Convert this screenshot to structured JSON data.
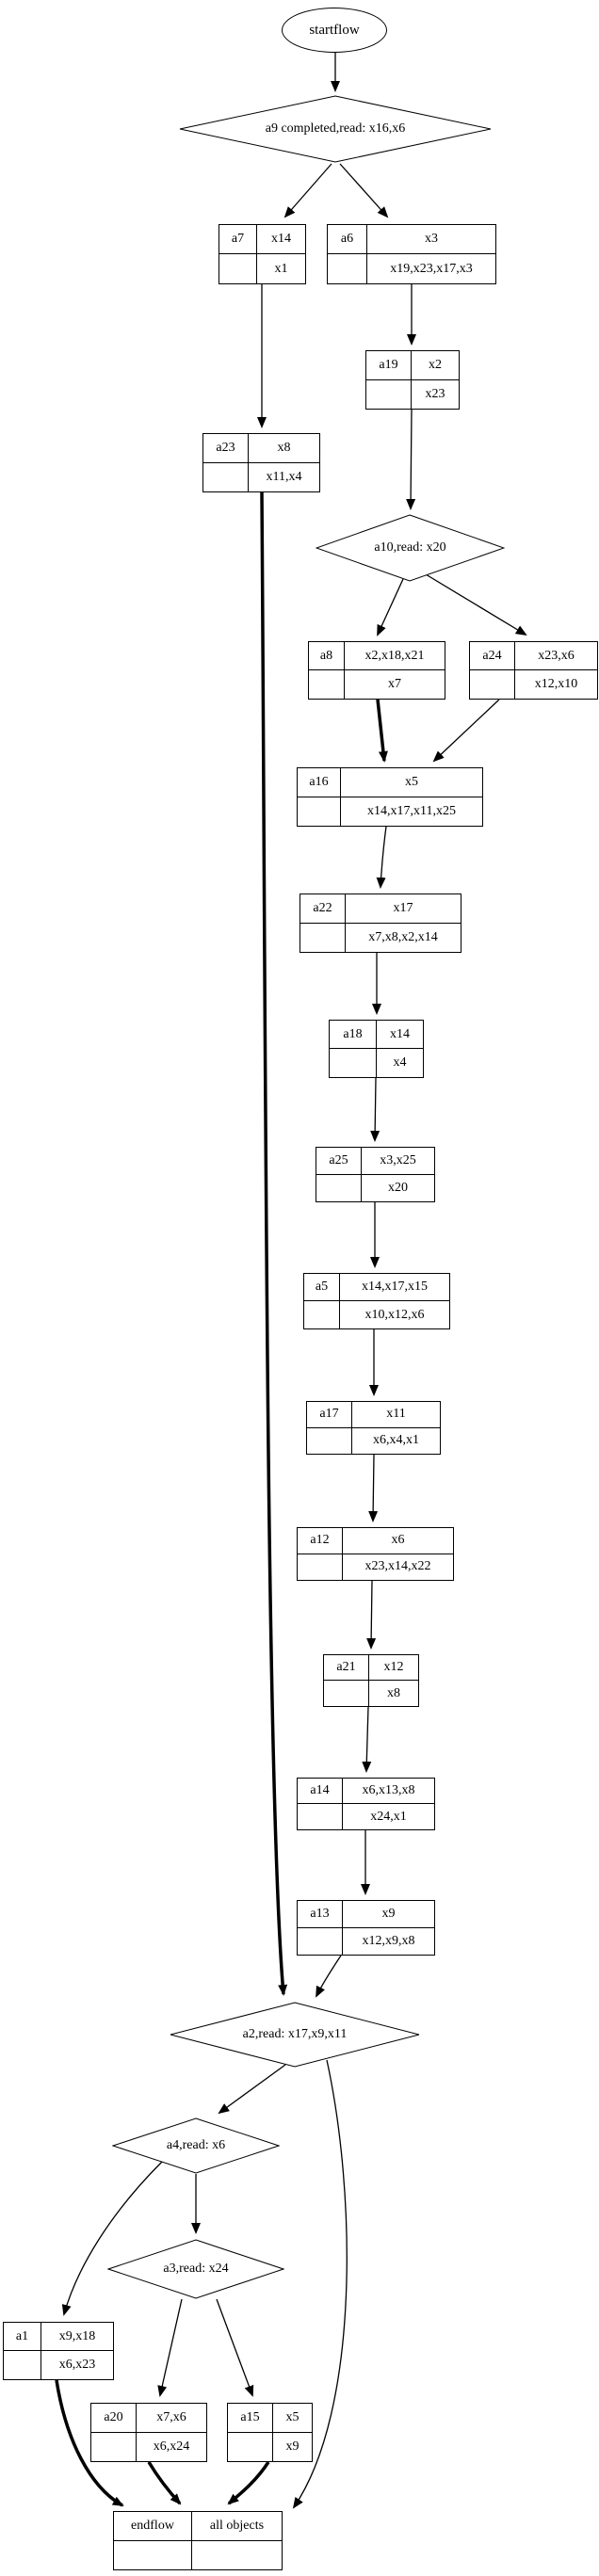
{
  "diagram_type": "flowchart",
  "colors": {
    "background": "#ffffff",
    "node_fill": "#ffffff",
    "stroke": "#000000",
    "text": "#000000"
  },
  "nodes": {
    "startflow": {
      "label": "startflow"
    },
    "a9": {
      "label": "a9 completed,read: x16,x6"
    },
    "a7": {
      "name": "a7",
      "top": "x14",
      "bottom": "x1"
    },
    "a6": {
      "name": "a6",
      "top": "x3",
      "bottom": "x19,x23,x17,x3"
    },
    "a19": {
      "name": "a19",
      "top": "x2",
      "bottom": "x23"
    },
    "a23": {
      "name": "a23",
      "top": "x8",
      "bottom": "x11,x4"
    },
    "a10": {
      "label": "a10,read: x20"
    },
    "a8": {
      "name": "a8",
      "top": "x2,x18,x21",
      "bottom": "x7"
    },
    "a24": {
      "name": "a24",
      "top": "x23,x6",
      "bottom": "x12,x10"
    },
    "a16": {
      "name": "a16",
      "top": "x5",
      "bottom": "x14,x17,x11,x25"
    },
    "a22": {
      "name": "a22",
      "top": "x17",
      "bottom": "x7,x8,x2,x14"
    },
    "a18": {
      "name": "a18",
      "top": "x14",
      "bottom": "x4"
    },
    "a25": {
      "name": "a25",
      "top": "x3,x25",
      "bottom": "x20"
    },
    "a5": {
      "name": "a5",
      "top": "x14,x17,x15",
      "bottom": "x10,x12,x6"
    },
    "a17": {
      "name": "a17",
      "top": "x11",
      "bottom": "x6,x4,x1"
    },
    "a12": {
      "name": "a12",
      "top": "x6",
      "bottom": "x23,x14,x22"
    },
    "a21": {
      "name": "a21",
      "top": "x12",
      "bottom": "x8"
    },
    "a14": {
      "name": "a14",
      "top": "x6,x13,x8",
      "bottom": "x24,x1"
    },
    "a13": {
      "name": "a13",
      "top": "x9",
      "bottom": "x12,x9,x8"
    },
    "a2": {
      "label": "a2,read: x17,x9,x11"
    },
    "a4": {
      "label": "a4,read: x6"
    },
    "a3": {
      "label": "a3,read: x24"
    },
    "a1": {
      "name": "a1",
      "top": "x9,x18",
      "bottom": "x6,x23"
    },
    "a20": {
      "name": "a20",
      "top": "x7,x6",
      "bottom": "x6,x24"
    },
    "a15": {
      "name": "a15",
      "top": "x5",
      "bottom": "x9"
    },
    "endflow": {
      "name": "endflow",
      "top": "all objects",
      "bottom": ""
    }
  },
  "edges": [
    {
      "from": "startflow",
      "to": "a9",
      "bold": false
    },
    {
      "from": "a9",
      "to": "a7",
      "bold": false
    },
    {
      "from": "a9",
      "to": "a6",
      "bold": false
    },
    {
      "from": "a7",
      "to": "a23",
      "bold": false
    },
    {
      "from": "a6",
      "to": "a19",
      "bold": false
    },
    {
      "from": "a19",
      "to": "a10",
      "bold": false
    },
    {
      "from": "a10",
      "to": "a8",
      "bold": false
    },
    {
      "from": "a10",
      "to": "a24",
      "bold": false
    },
    {
      "from": "a8",
      "to": "a16",
      "bold": true
    },
    {
      "from": "a24",
      "to": "a16",
      "bold": false
    },
    {
      "from": "a16",
      "to": "a22",
      "bold": false
    },
    {
      "from": "a22",
      "to": "a18",
      "bold": false
    },
    {
      "from": "a18",
      "to": "a25",
      "bold": false
    },
    {
      "from": "a25",
      "to": "a5",
      "bold": false
    },
    {
      "from": "a5",
      "to": "a17",
      "bold": false
    },
    {
      "from": "a17",
      "to": "a12",
      "bold": false
    },
    {
      "from": "a12",
      "to": "a21",
      "bold": false
    },
    {
      "from": "a21",
      "to": "a14",
      "bold": false
    },
    {
      "from": "a14",
      "to": "a13",
      "bold": false
    },
    {
      "from": "a13",
      "to": "a2",
      "bold": false
    },
    {
      "from": "a23",
      "to": "a2",
      "bold": true
    },
    {
      "from": "a2",
      "to": "a4",
      "bold": false
    },
    {
      "from": "a2",
      "to": "endflow",
      "bold": false
    },
    {
      "from": "a4",
      "to": "a3",
      "bold": false
    },
    {
      "from": "a4",
      "to": "a1",
      "bold": false
    },
    {
      "from": "a3",
      "to": "a20",
      "bold": false
    },
    {
      "from": "a3",
      "to": "a15",
      "bold": false
    },
    {
      "from": "a1",
      "to": "endflow",
      "bold": true
    },
    {
      "from": "a20",
      "to": "endflow",
      "bold": true
    },
    {
      "from": "a15",
      "to": "endflow",
      "bold": true
    }
  ]
}
